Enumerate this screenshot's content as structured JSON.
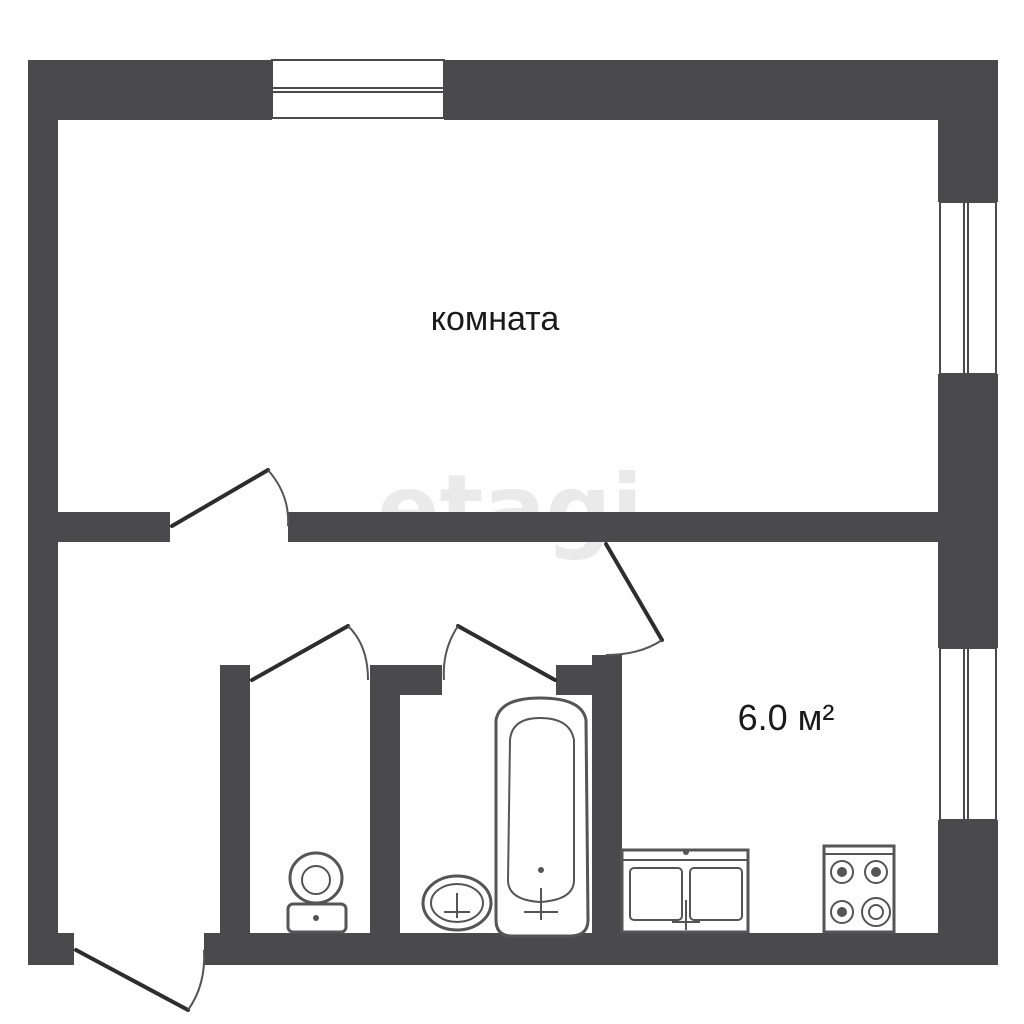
{
  "plan": {
    "rooms": [
      {
        "id": "main-room",
        "label": "комната"
      },
      {
        "id": "kitchen",
        "label": "6.0 м²"
      }
    ],
    "watermark": {
      "text": "etagi"
    },
    "colors": {
      "wall": "#4a4a4c",
      "background": "#ffffff",
      "label": "#1a1a1a",
      "watermark": "#e6e6e6"
    },
    "icons": [
      "window-icon",
      "door-icon",
      "toilet-icon",
      "sink-icon",
      "bathtub-icon",
      "kitchen-sink-icon",
      "stove-icon"
    ]
  }
}
